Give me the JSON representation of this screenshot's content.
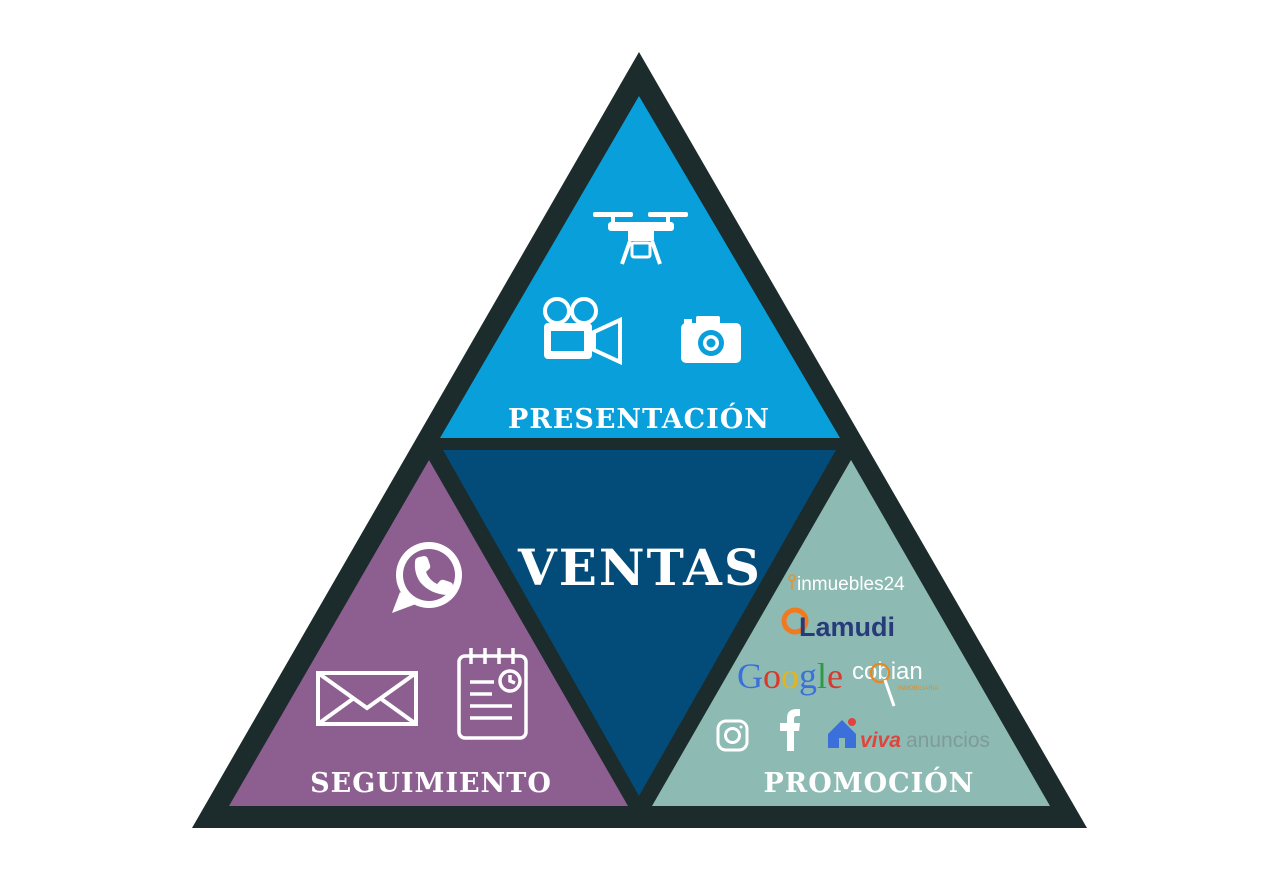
{
  "diagram": {
    "center": {
      "label": "VENTAS"
    },
    "top": {
      "label": "PRESENTACIÓN",
      "icons": [
        "drone-icon",
        "video-camera-icon",
        "photo-camera-icon"
      ]
    },
    "left": {
      "label": "SEGUIMIENTO",
      "icons": [
        "whatsapp-icon",
        "mail-icon",
        "calendar-icon"
      ]
    },
    "right": {
      "label": "PROMOCIÓN",
      "logos": {
        "inmuebles24": "inmuebles24",
        "lamudi": "Lamudi",
        "google": "Google",
        "cobian": "cobian",
        "cobian_sub": "INMOBILIARIA",
        "viva": "viva",
        "anuncios": "anuncios"
      },
      "icons": [
        "instagram-icon",
        "facebook-icon"
      ]
    },
    "colors": {
      "outline": "#1c2b2b",
      "top": "#089fdb",
      "left": "#8c5f90",
      "right": "#8dbbb4",
      "center": "#034c7a"
    }
  }
}
